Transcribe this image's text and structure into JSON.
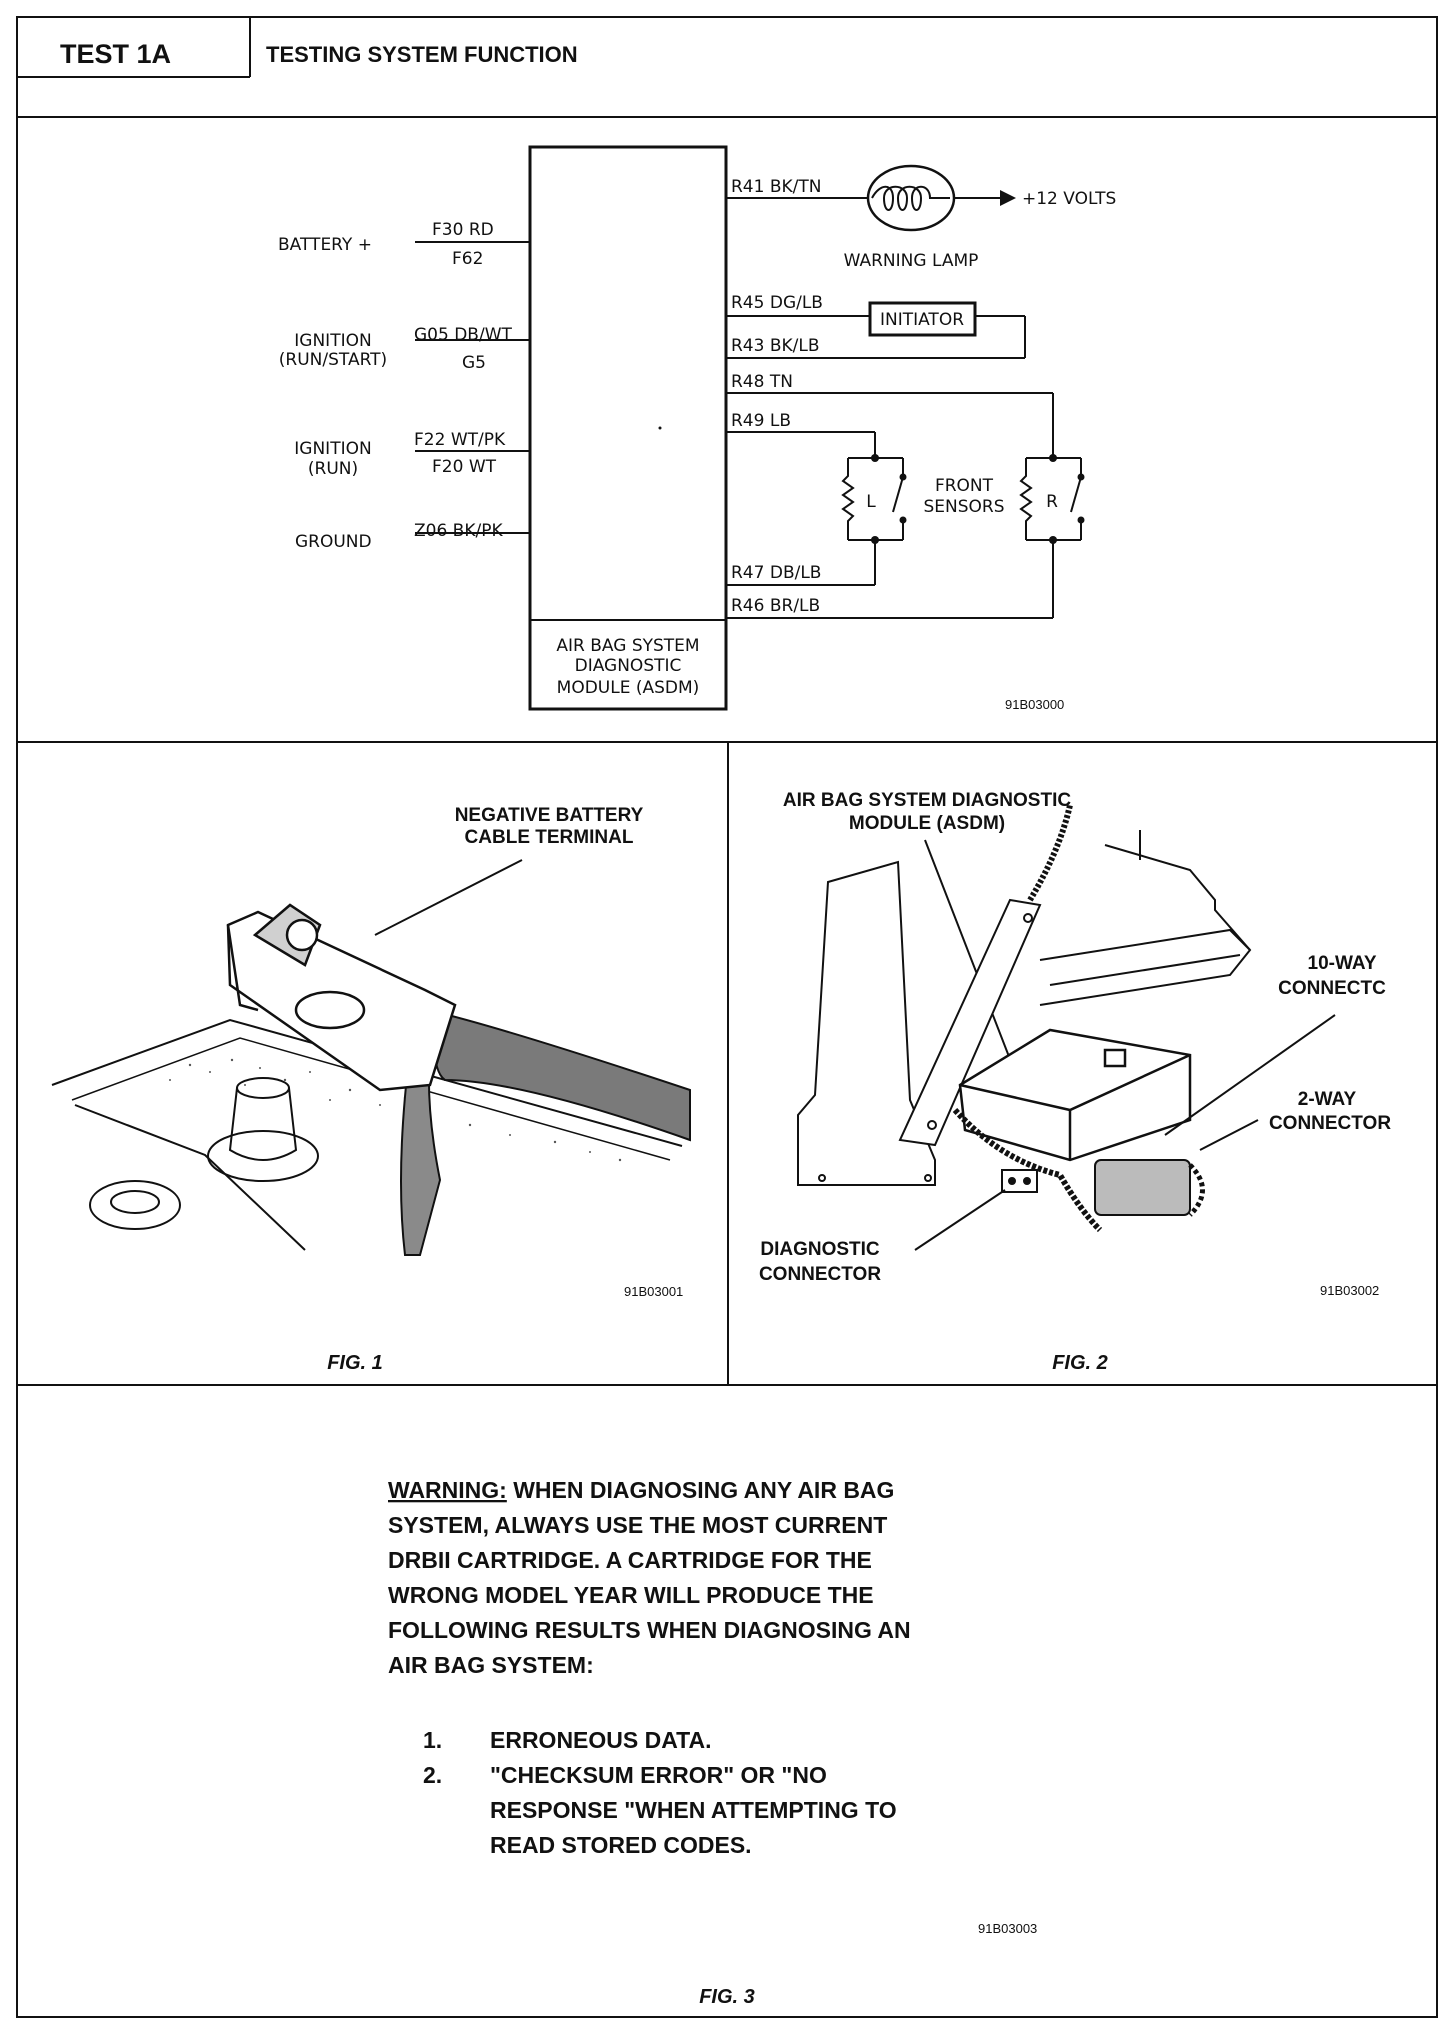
{
  "header": {
    "test_id": "TEST 1A",
    "title": "TESTING SYSTEM FUNCTION"
  },
  "schematic": {
    "inputs": [
      {
        "label": "BATTERY +",
        "wire_top": "F30 RD",
        "wire_bottom": "F62"
      },
      {
        "label_line1": "IGNITION",
        "label_line2": "(RUN/START)",
        "wire_top": "G05 DB/WT",
        "wire_bottom": "G5"
      },
      {
        "label_line1": "IGNITION",
        "label_line2": "(RUN)",
        "wire_top": "F22 WT/PK",
        "wire_bottom": "F20 WT"
      },
      {
        "label": "GROUND",
        "wire_top": "Z06 BK/PK"
      }
    ],
    "outputs": {
      "r41": "R41 BK/TN",
      "r45": "R45 DG/LB",
      "r43": "R43 BK/LB",
      "r48": "R48 TN",
      "r49": "R49 LB",
      "r47": "R47 DB/LB",
      "r46": "R46 BR/LB"
    },
    "plus12": "+12 VOLTS",
    "warning_lamp": "WARNING LAMP",
    "initiator": "INITIATOR",
    "front_sensors_line1": "FRONT",
    "front_sensors_line2": "SENSORS",
    "sensor_left": "L",
    "sensor_right": "R",
    "module_line1": "AIR BAG SYSTEM",
    "module_line2": "DIAGNOSTIC",
    "module_line3": "MODULE (ASDM)",
    "ref": "91B03000"
  },
  "fig1": {
    "callout_line1": "NEGATIVE BATTERY",
    "callout_line2": "CABLE TERMINAL",
    "ref": "91B03001",
    "caption": "FIG. 1"
  },
  "fig2": {
    "asdm_line1": "AIR BAG SYSTEM DIAGNOSTIC",
    "asdm_line2": "MODULE (ASDM)",
    "ten_way_line1": "10-WAY",
    "ten_way_line2": "CONNECTC",
    "two_way_line1": "2-WAY",
    "two_way_line2": "CONNECTOR",
    "diag_line1": "DIAGNOSTIC",
    "diag_line2": "CONNECTOR",
    "ref": "91B03002",
    "caption": "FIG. 2"
  },
  "fig3": {
    "warning_label": "WARNING:",
    "warning_lines": [
      " WHEN DIAGNOSING ANY AIR BAG",
      "SYSTEM, ALWAYS USE THE MOST CURRENT",
      "DRBII CARTRIDGE.  A CARTRIDGE FOR THE",
      "WRONG MODEL YEAR WILL PRODUCE THE",
      "FOLLOWING RESULTS WHEN DIAGNOSING AN",
      "AIR BAG SYSTEM:"
    ],
    "items": [
      {
        "num": "1.",
        "lines": [
          "ERRONEOUS DATA."
        ]
      },
      {
        "num": "2.",
        "lines": [
          "\"CHECKSUM ERROR\" OR \"NO",
          "RESPONSE \"WHEN ATTEMPTING TO",
          "READ STORED CODES."
        ]
      }
    ],
    "ref": "91B03003",
    "caption": "FIG. 3"
  }
}
